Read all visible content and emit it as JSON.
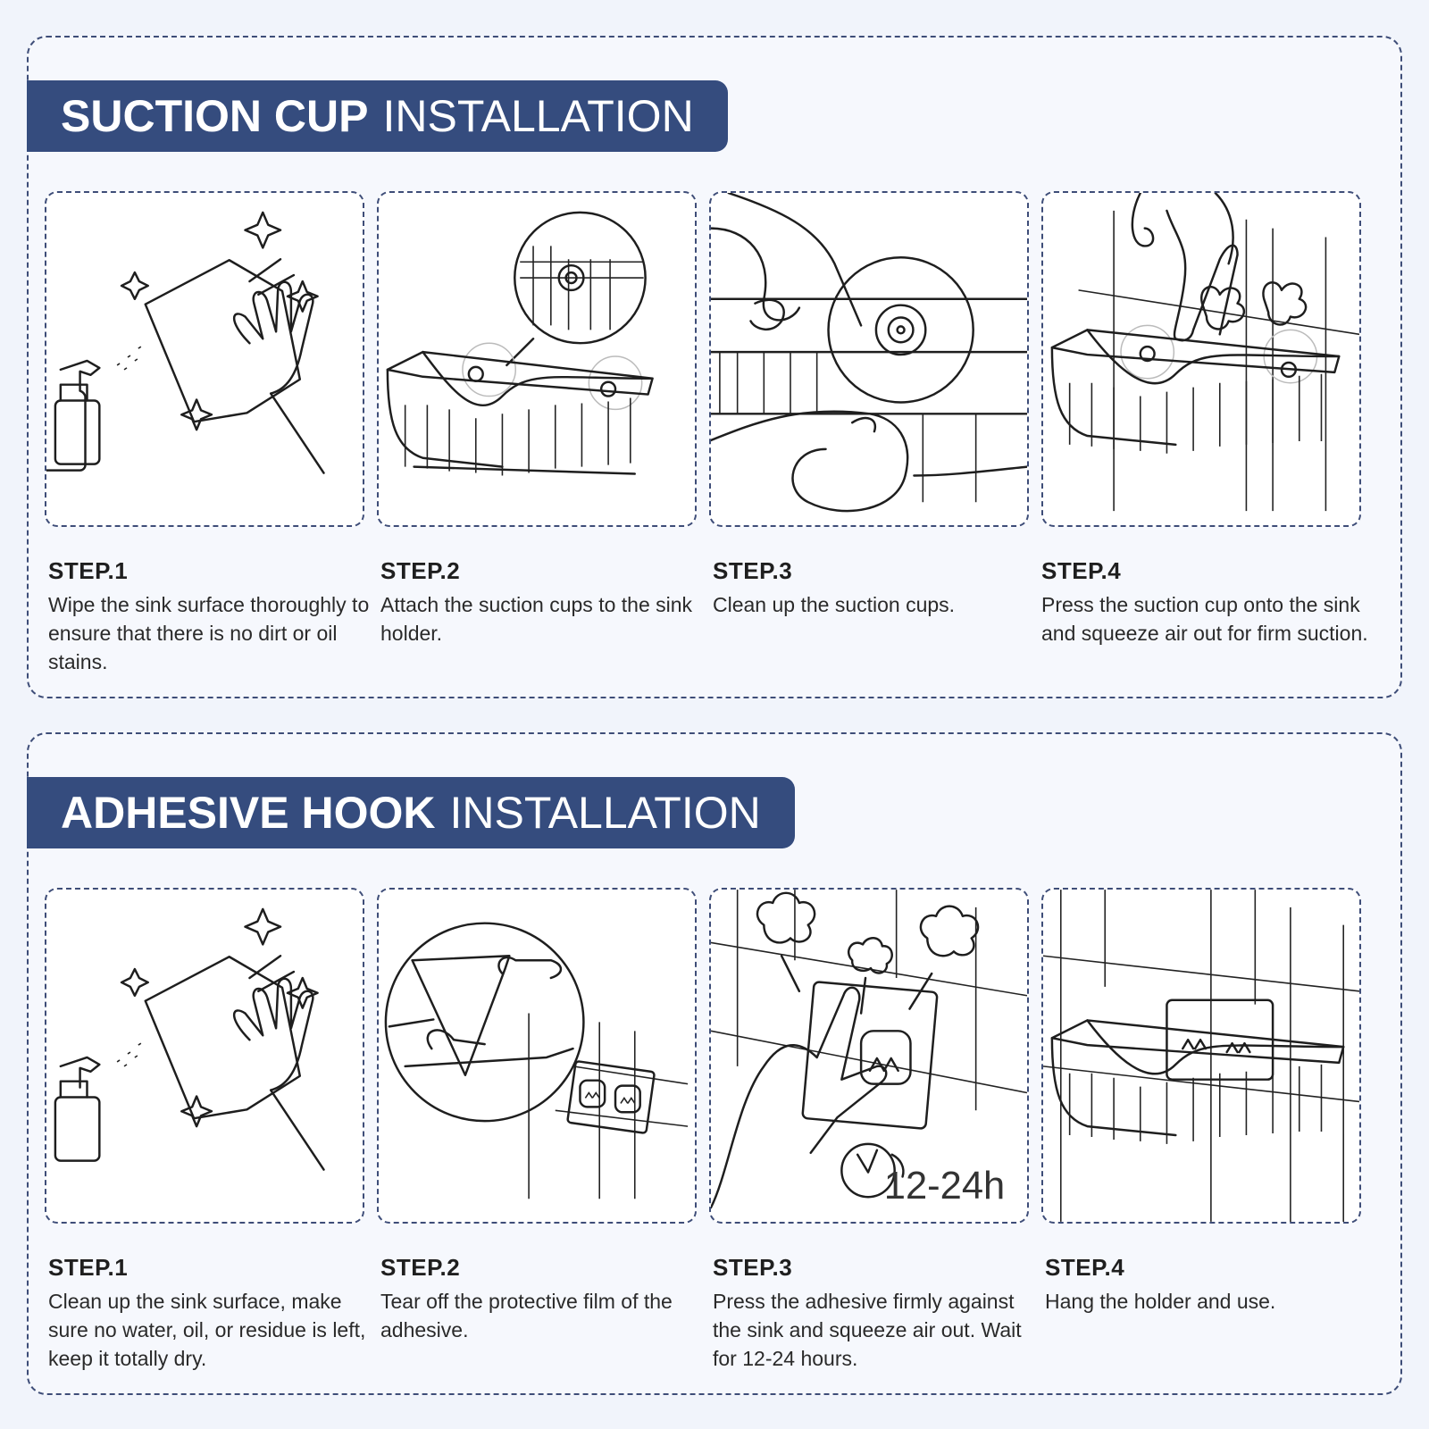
{
  "sections": [
    {
      "title_bold": "SUCTION CUP",
      "title_rest": "INSTALLATION",
      "steps": [
        {
          "title": "STEP.1",
          "desc": "Wipe the sink surface thoroughly to ensure that there is no dirt or oil stains."
        },
        {
          "title": "STEP.2",
          "desc": "Attach the suction cups to the sink holder."
        },
        {
          "title": "STEP.3",
          "desc": "Clean up the suction cups."
        },
        {
          "title": "STEP.4",
          "desc": "Press the suction cup onto the sink and squeeze air out for firm suction."
        }
      ]
    },
    {
      "title_bold": "ADHESIVE HOOK",
      "title_rest": "INSTALLATION",
      "steps": [
        {
          "title": "STEP.1",
          "desc": "Clean up the sink surface, make sure no water, oil, or residue is left, keep it totally dry."
        },
        {
          "title": "STEP.2",
          "desc": "Tear off the protective film of the adhesive."
        },
        {
          "title": "STEP.3",
          "desc": "Press the adhesive firmly against the sink and squeeze air out. Wait for 12-24 hours."
        },
        {
          "title": "STEP.4",
          "desc": "Hang the holder and use."
        }
      ]
    }
  ],
  "timer_label": "12-24h",
  "colors": {
    "banner": "#354c7e",
    "border": "#3e4d78",
    "background": "#f1f4fb"
  },
  "icons": [
    "spray-bottle-icon",
    "cloth-wipe-icon",
    "suction-basket-icon",
    "suction-cup-icon",
    "press-hand-icon",
    "adhesive-film-icon",
    "adhesive-hook-icon",
    "clock-icon",
    "hanging-basket-icon"
  ]
}
